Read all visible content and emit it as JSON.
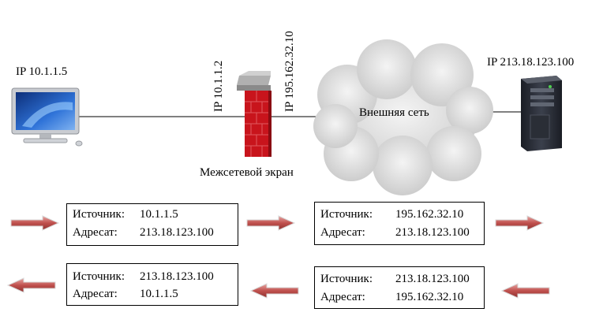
{
  "labels": {
    "pc_ip": "IP 10.1.1.5",
    "firewall_ip_inner": "IP 10.1.1.2",
    "firewall_ip_outer": "IP 195.162.32.10",
    "cloud_label": "Внешняя сеть",
    "server_ip": "IP 213.18.123.100",
    "firewall_label": "Межсетевой экран"
  },
  "packets": [
    {
      "src_label": "Источник:",
      "src": "10.1.1.5",
      "dst_label": "Адресат:",
      "dst": "213.18.123.100"
    },
    {
      "src_label": "Источник:",
      "src": "195.162.32.10",
      "dst_label": "Адресат:",
      "dst": "213.18.123.100"
    },
    {
      "src_label": "Источник:",
      "src": "213.18.123.100",
      "dst_label": "Адресат:",
      "dst": "10.1.1.5"
    },
    {
      "src_label": "Источник:",
      "src": "213.18.123.100",
      "dst_label": "Адресат:",
      "dst": "195.162.32.10"
    }
  ],
  "colors": {
    "arrow": "#c0504d",
    "brick": "#c8141c",
    "cloud": "#d9d9d9"
  }
}
